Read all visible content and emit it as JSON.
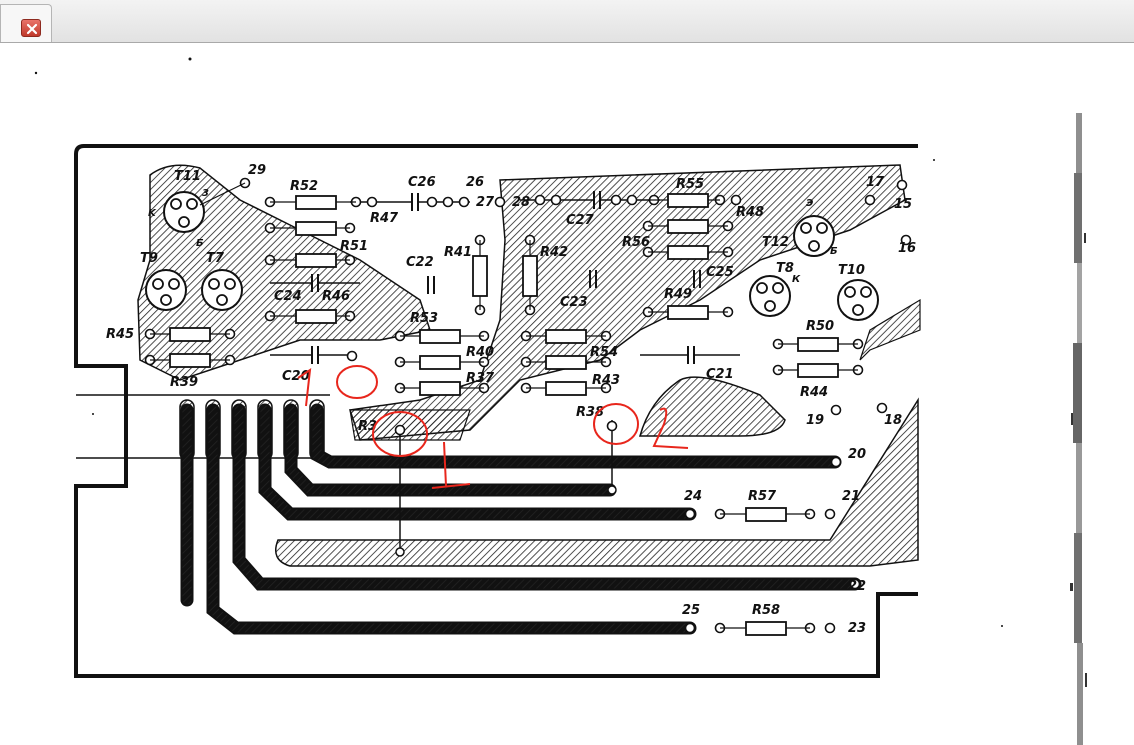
{
  "tab": {
    "close_icon": "close-icon"
  },
  "diagram": {
    "components": [
      {
        "id": "T11",
        "label": "T11"
      },
      {
        "id": "T9",
        "label": "T9"
      },
      {
        "id": "T7",
        "label": "T7"
      },
      {
        "id": "T12",
        "label": "T12"
      },
      {
        "id": "T8",
        "label": "T8"
      },
      {
        "id": "T10",
        "label": "T10"
      },
      {
        "id": "R52",
        "label": "R52"
      },
      {
        "id": "R47",
        "label": "R47"
      },
      {
        "id": "R51",
        "label": "R51"
      },
      {
        "id": "R46",
        "label": "R46"
      },
      {
        "id": "R45",
        "label": "R45"
      },
      {
        "id": "R39",
        "label": "R39"
      },
      {
        "id": "R41",
        "label": "R41"
      },
      {
        "id": "R42",
        "label": "R42"
      },
      {
        "id": "R53",
        "label": "R53"
      },
      {
        "id": "R40",
        "label": "R40"
      },
      {
        "id": "R37",
        "label": "R37"
      },
      {
        "id": "R54",
        "label": "R54"
      },
      {
        "id": "R43",
        "label": "R43"
      },
      {
        "id": "R38",
        "label": "R38"
      },
      {
        "id": "R55",
        "label": "R55"
      },
      {
        "id": "R56",
        "label": "R56"
      },
      {
        "id": "R48",
        "label": "R48"
      },
      {
        "id": "R49",
        "label": "R49"
      },
      {
        "id": "R50",
        "label": "R50"
      },
      {
        "id": "R44",
        "label": "R44"
      },
      {
        "id": "R57",
        "label": "R57"
      },
      {
        "id": "R58",
        "label": "R58"
      },
      {
        "id": "R31",
        "label": "R3"
      },
      {
        "id": "C26",
        "label": "C26"
      },
      {
        "id": "C27",
        "label": "C27"
      },
      {
        "id": "C22",
        "label": "C22"
      },
      {
        "id": "C24",
        "label": "C24"
      },
      {
        "id": "C23",
        "label": "C23"
      },
      {
        "id": "C25",
        "label": "C25"
      },
      {
        "id": "C21",
        "label": "C21"
      },
      {
        "id": "C20",
        "label": "C20"
      }
    ],
    "pins": [
      "29",
      "26",
      "27",
      "28",
      "17",
      "15",
      "16",
      "19",
      "18",
      "20",
      "21",
      "22",
      "23",
      "24",
      "25"
    ],
    "pin_letters": [
      "K",
      "3",
      "Б",
      "К",
      "Э",
      "Б"
    ],
    "annotations": {
      "mark1": "1",
      "mark2": "2",
      "mark3": "1"
    }
  }
}
